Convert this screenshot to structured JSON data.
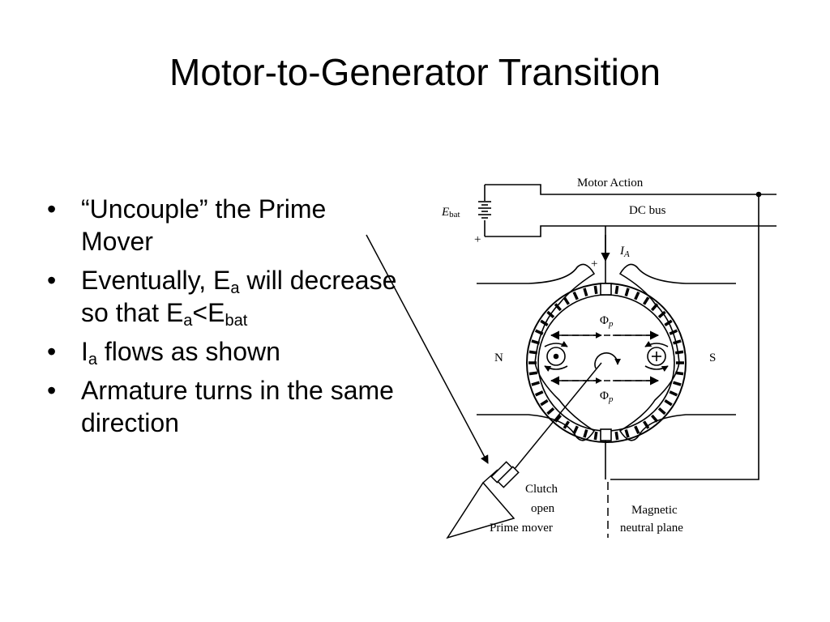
{
  "slide": {
    "title": "Motor-to-Generator Transition",
    "bullets": [
      {
        "bullet_char": "•",
        "text": "“Uncouple” the Prime Mover"
      },
      {
        "bullet_char": "•",
        "parts": [
          "Eventually, E",
          "a",
          " will decrease so that E",
          "a",
          "<E",
          "bat"
        ]
      },
      {
        "bullet_char": "•",
        "parts": [
          "I",
          "a",
          " flows as shown"
        ]
      },
      {
        "bullet_char": "•",
        "text": "Armature turns in the same direction"
      }
    ]
  },
  "diagram": {
    "labels": {
      "motor_action": "Motor Action",
      "dc_bus": "DC bus",
      "e_bat_main": "E",
      "e_bat_sub": "bat",
      "plus_battery": "+",
      "current_main": "I",
      "current_sub": "A",
      "plus_brush": "+",
      "north": "N",
      "south": "S",
      "phi_top": "Φ",
      "phi_top_sub": "p",
      "phi_bottom": "Φ",
      "phi_bottom_sub": "p",
      "clutch": "Clutch",
      "open": "open",
      "prime_mover": "Prime mover",
      "magnetic": "Magnetic",
      "neutral_plane": "neutral plane"
    }
  }
}
